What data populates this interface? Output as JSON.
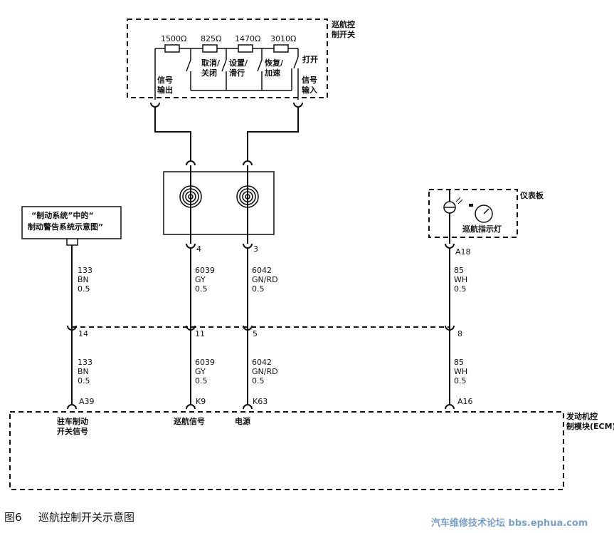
{
  "switch_block": {
    "title_line1": "巡航控",
    "title_line2": "制开关",
    "resistors": [
      "1500Ω",
      "825Ω",
      "1470Ω",
      "3010Ω"
    ],
    "buttons": [
      {
        "line1": "取消/",
        "line2": "关闭"
      },
      {
        "line1": "设置/",
        "line2": "滑行"
      },
      {
        "line1": "恢复/",
        "line2": "加速"
      }
    ],
    "open_label": "打开",
    "signal_out": {
      "line1": "信号",
      "line2": "输出"
    },
    "signal_in": {
      "line1": "信号",
      "line2": "输入"
    }
  },
  "brake_note": {
    "line1": "“制动系统”中的“",
    "line2": "制动警告系统示意图”"
  },
  "panel": {
    "title": "仪表板",
    "lamp_label": "巡航指示灯"
  },
  "ecm": {
    "title_line1": "发动机控",
    "title_line2": "制模块(ECM)",
    "pins": [
      {
        "id": "A39",
        "line1": "驻车制动",
        "line2": "开关信号"
      },
      {
        "id": "K9",
        "line1": "巡航信号",
        "line2": ""
      },
      {
        "id": "K63",
        "line1": "电源",
        "line2": ""
      },
      {
        "id": "A16",
        "line1": "",
        "line2": ""
      }
    ]
  },
  "wires": [
    {
      "upper_pin": "",
      "upper": [
        "133",
        "BN",
        "0.5"
      ],
      "junction": "14",
      "lower": [
        "133",
        "BN",
        "0.5"
      ]
    },
    {
      "upper_pin": "4",
      "upper": [
        "6039",
        "GY",
        "0.5"
      ],
      "junction": "11",
      "lower": [
        "6039",
        "GY",
        "0.5"
      ]
    },
    {
      "upper_pin": "3",
      "upper": [
        "6042",
        "GN/RD",
        "0.5"
      ],
      "junction": "5",
      "lower": [
        "6042",
        "GN/RD",
        "0.5"
      ]
    },
    {
      "upper_pin": "A18",
      "upper": [
        "85",
        "WH",
        "0.5"
      ],
      "junction": "8",
      "lower": [
        "85",
        "WH",
        "0.5"
      ]
    }
  ],
  "caption": {
    "fig": "图6",
    "title": "巡航控制开关示意图"
  },
  "watermark": "汽车维修技术论坛 bbs.ephua.com"
}
